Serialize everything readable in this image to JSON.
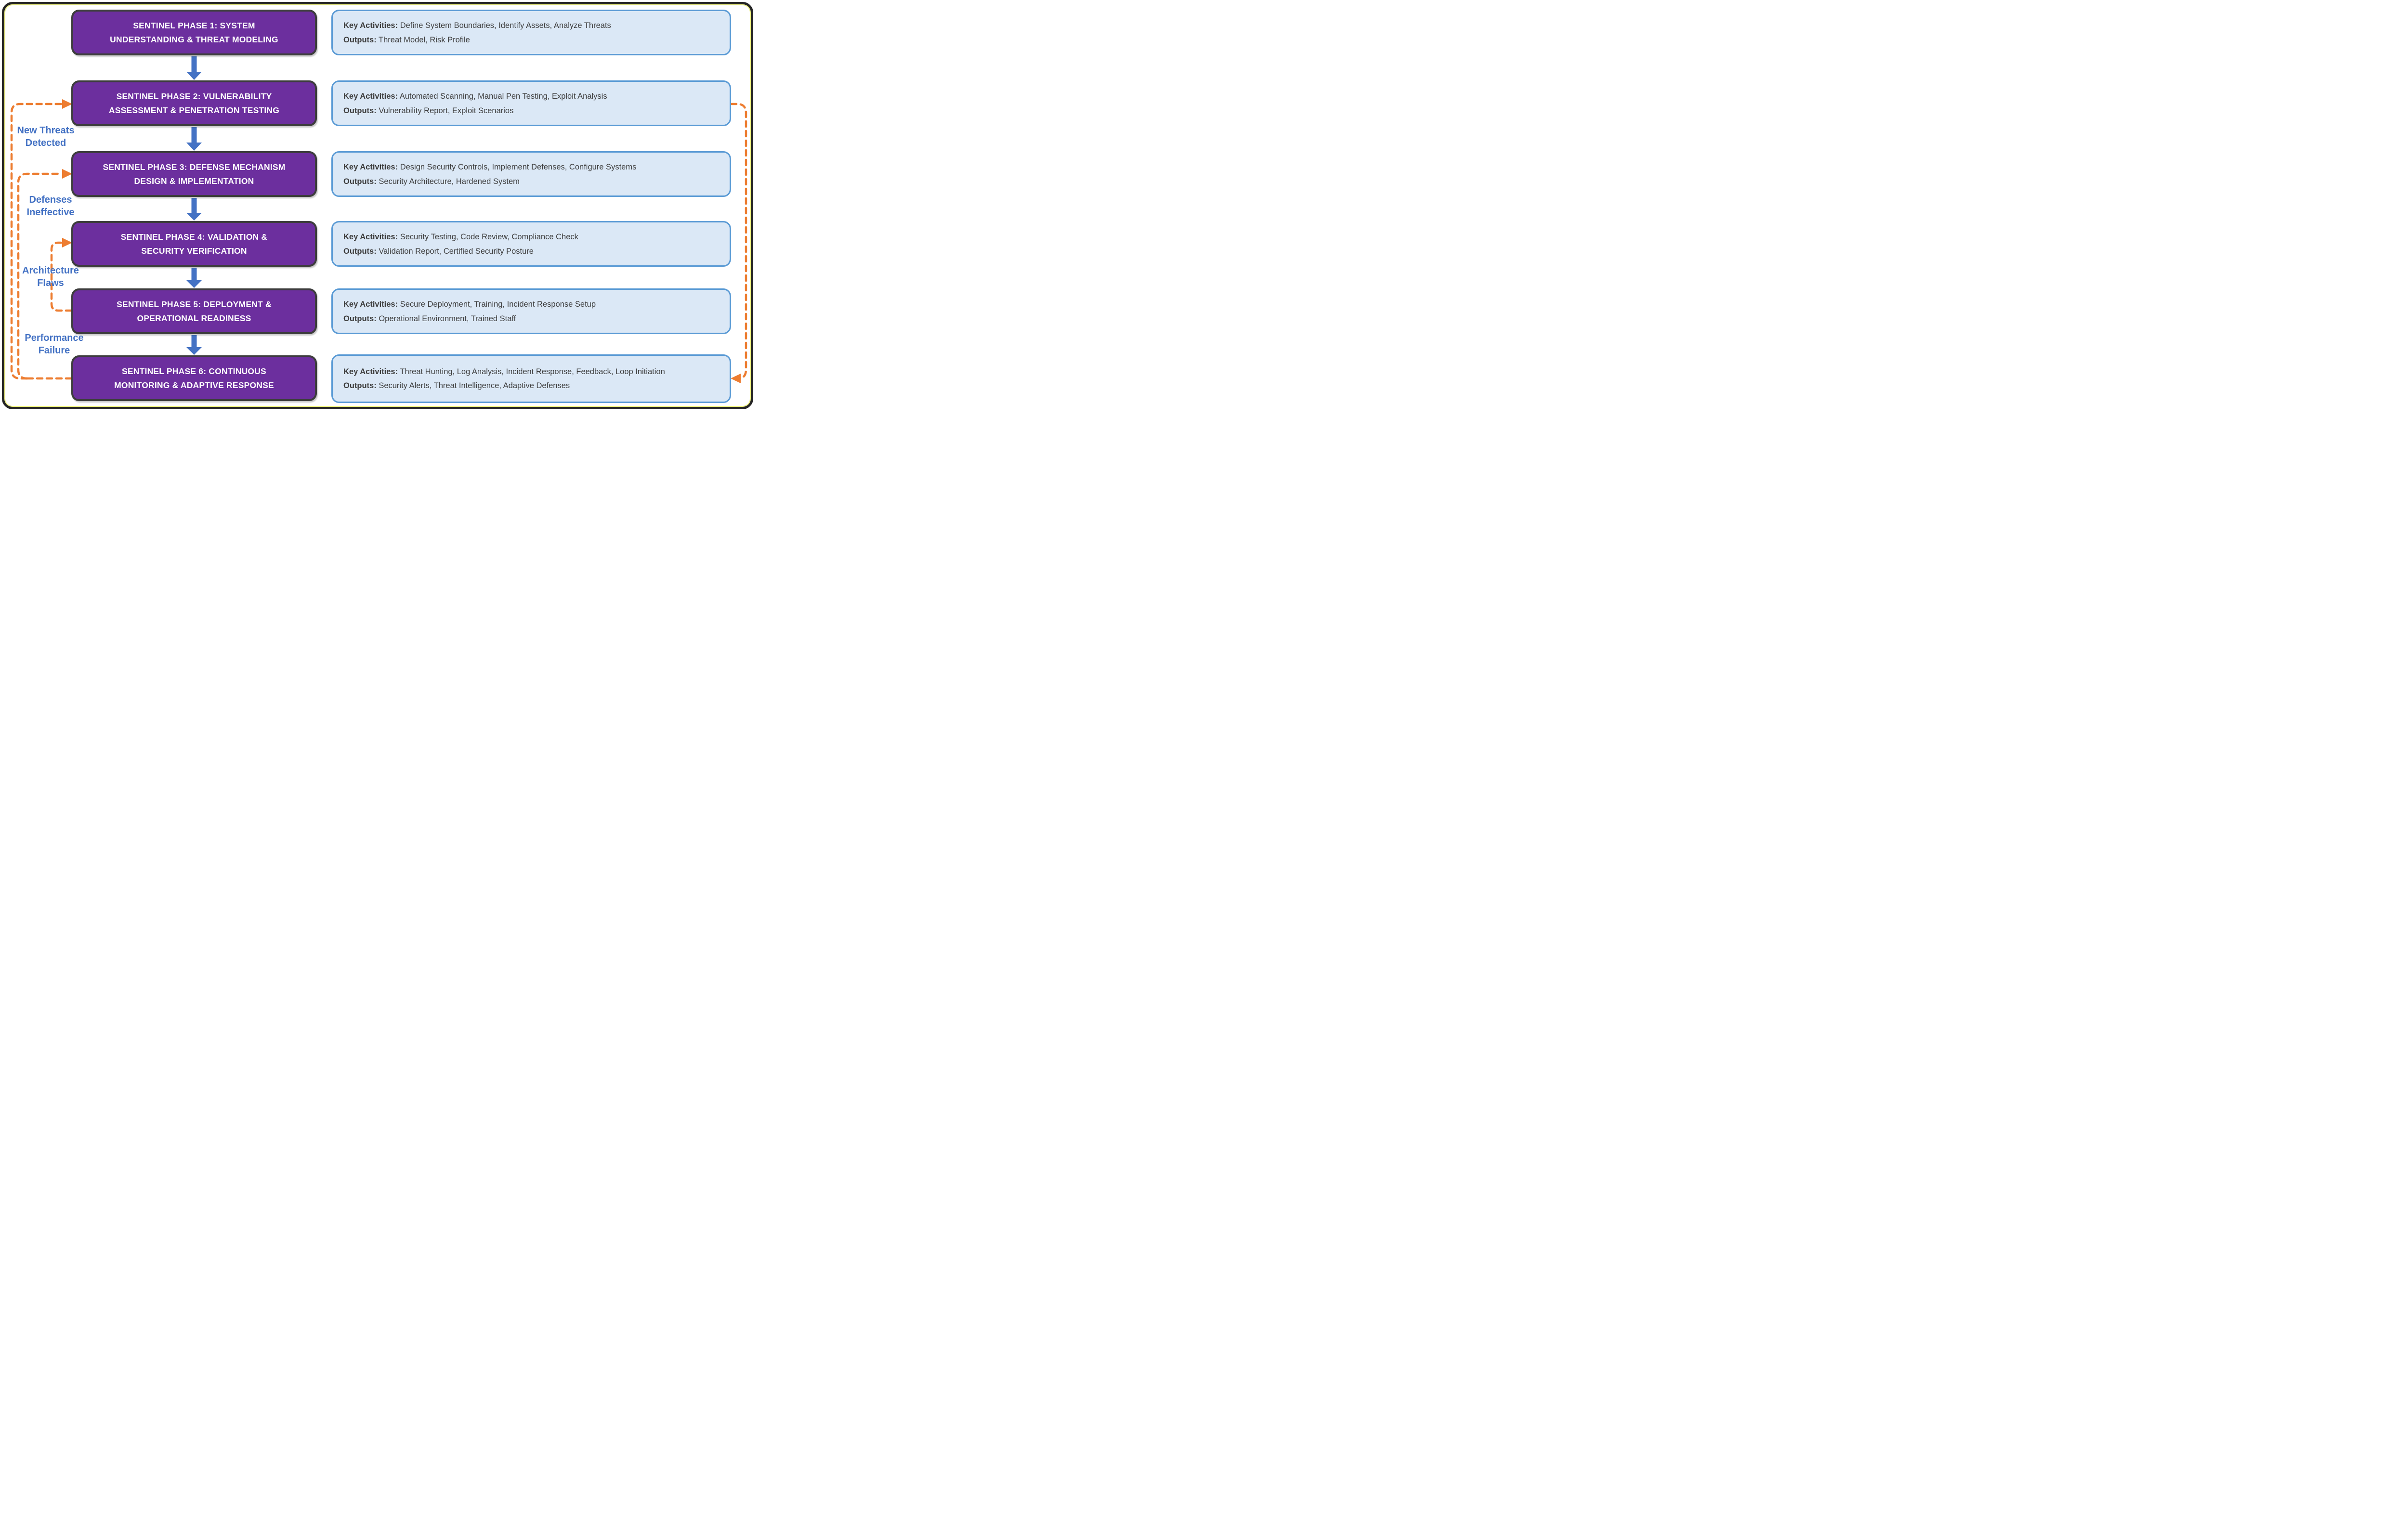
{
  "diagram": {
    "name": "SENTINEL security lifecycle flowchart",
    "colors": {
      "phase_fill": "#6C2F9E",
      "phase_border": "#3D3D3D",
      "phase_text": "#FFFFFF",
      "info_fill": "#DBE8F6",
      "info_border": "#5B9BD5",
      "info_text": "#3E3E3E",
      "flow_arrow": "#4472C4",
      "feedback_line": "#ED7D31",
      "feedback_label": "#4472C4",
      "frame_border": "#242424",
      "frame_inner_line": "#ECEF7D"
    }
  },
  "phases": [
    {
      "title": "SENTINEL PHASE 1: SYSTEM\nUNDERSTANDING & THREAT MODELING",
      "activities_label": "Key Activities:",
      "activities": "Define System Boundaries, Identify Assets, Analyze Threats",
      "outputs_label": "Outputs:",
      "outputs": "Threat Model, Risk Profile"
    },
    {
      "title": "SENTINEL PHASE 2: VULNERABILITY\nASSESSMENT & PENETRATION TESTING",
      "activities_label": "Key Activities:",
      "activities": "Automated Scanning, Manual Pen Testing, Exploit Analysis",
      "outputs_label": "Outputs:",
      "outputs": "Vulnerability Report, Exploit Scenarios"
    },
    {
      "title": "SENTINEL PHASE 3: DEFENSE MECHANISM\nDESIGN & IMPLEMENTATION",
      "activities_label": "Key Activities:",
      "activities": "Design Security Controls, Implement Defenses, Configure Systems",
      "outputs_label": "Outputs:",
      "outputs": "Security Architecture, Hardened System"
    },
    {
      "title": "SENTINEL PHASE 4: VALIDATION &\nSECURITY VERIFICATION",
      "activities_label": "Key Activities:",
      "activities": "Security Testing, Code Review, Compliance Check",
      "outputs_label": "Outputs:",
      "outputs": "Validation Report, Certified Security Posture"
    },
    {
      "title": "SENTINEL PHASE 5: DEPLOYMENT &\nOPERATIONAL READINESS",
      "activities_label": "Key Activities:",
      "activities": "Secure Deployment, Training, Incident Response Setup",
      "outputs_label": "Outputs:",
      "outputs": "Operational Environment, Trained Staff"
    },
    {
      "title": "SENTINEL PHASE 6: CONTINUOUS\nMONITORING & ADAPTIVE RESPONSE",
      "activities_label": "Key Activities:",
      "activities": "Threat Hunting, Log Analysis, Incident Response, Feedback, Loop Initiation",
      "outputs_label": "Outputs:",
      "outputs": "Security Alerts, Threat Intelligence, Adaptive Defenses"
    }
  ],
  "feedback_labels": [
    {
      "text": "New Threats\nDetected"
    },
    {
      "text": "Defenses\nIneffective"
    },
    {
      "text": "Architecture\nFlaws"
    },
    {
      "text": "Performance\nFailure"
    }
  ]
}
